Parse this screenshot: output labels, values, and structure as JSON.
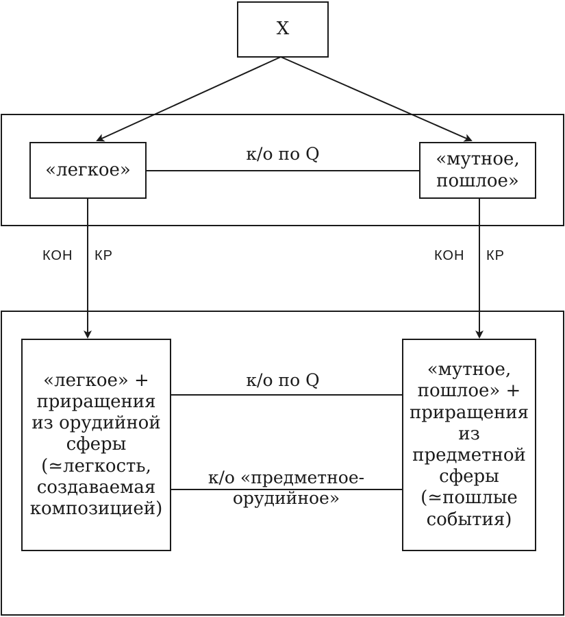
{
  "diagram": {
    "top_node": {
      "label": "X"
    },
    "upper_left": {
      "label": "«легкое»"
    },
    "upper_right": {
      "label": "«мутное,\nпошлое»"
    },
    "upper_link": {
      "label": "к/о по Q"
    },
    "left_transition": {
      "left": "КОН",
      "right": "КР"
    },
    "right_transition": {
      "left": "КОН",
      "right": "КР"
    },
    "lower_left": {
      "label": "«легкое» +\nприращения\nиз орудийной\nсферы\n(≃легкость,\nсоздаваемая\nкомпозицией)"
    },
    "lower_right": {
      "label": "«мутное,\nпошлое» +\nприращения\nиз\nпредметной\nсферы\n(≃пошлые\nсобытия)"
    },
    "lower_link_1": {
      "label": "к/о по Q"
    },
    "lower_link_2": {
      "label": "к/о «предметное-\nорудийное»"
    }
  }
}
